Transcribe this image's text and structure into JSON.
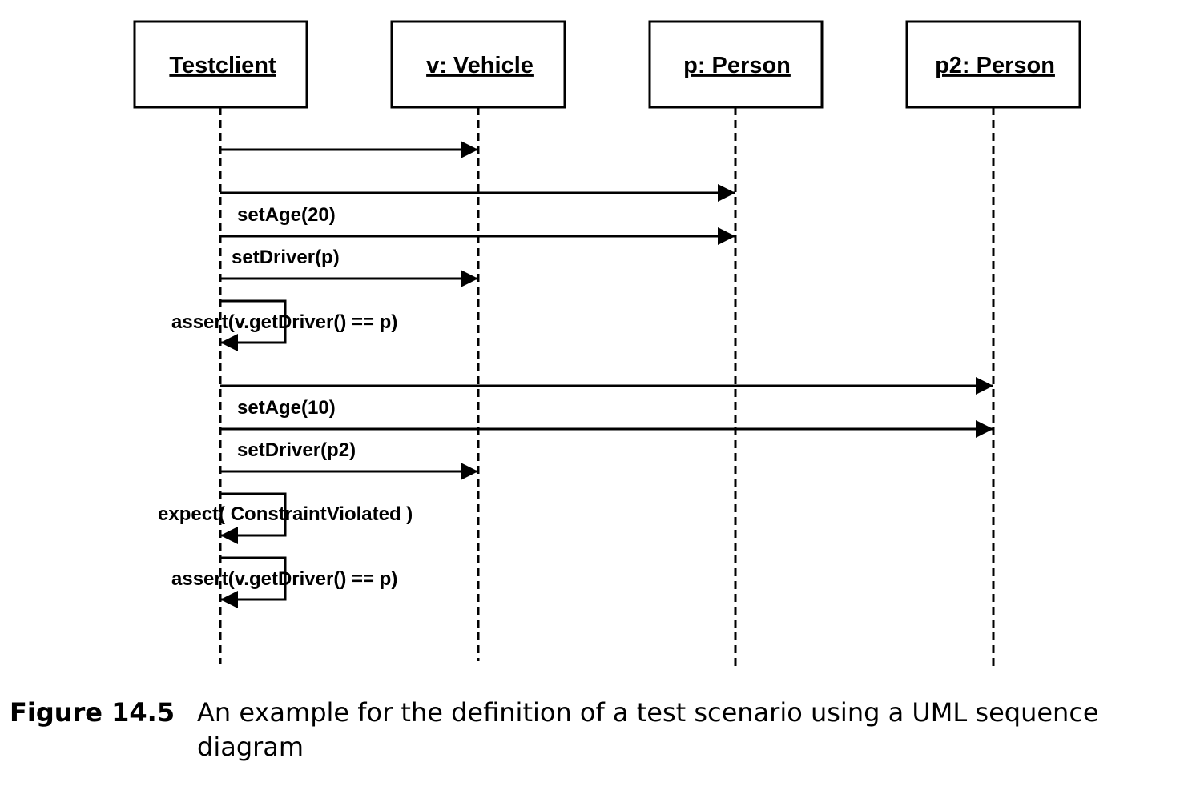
{
  "diagram": {
    "objects": [
      {
        "id": "testclient",
        "label": "Testclient"
      },
      {
        "id": "vehicle",
        "label": "v: Vehicle"
      },
      {
        "id": "person",
        "label": "p: Person"
      },
      {
        "id": "person2",
        "label": "p2: Person"
      }
    ],
    "messages": [
      {
        "from": "testclient",
        "to": "vehicle",
        "label": ""
      },
      {
        "from": "testclient",
        "to": "person",
        "label": ""
      },
      {
        "from": "testclient",
        "to": "person",
        "label": "setAge(20)"
      },
      {
        "from": "testclient",
        "to": "vehicle",
        "label": "setDriver(p)"
      },
      {
        "from": "testclient",
        "to": "testclient",
        "label": "assert(v.getDriver() == p)"
      },
      {
        "from": "testclient",
        "to": "person2",
        "label": ""
      },
      {
        "from": "testclient",
        "to": "person2",
        "label": "setAge(10)"
      },
      {
        "from": "testclient",
        "to": "vehicle",
        "label": "setDriver(p2)"
      },
      {
        "from": "testclient",
        "to": "testclient",
        "label": "expect( ConstraintViolated )"
      },
      {
        "from": "testclient",
        "to": "testclient",
        "label": "assert(v.getDriver() == p)"
      }
    ]
  },
  "caption": {
    "number": "Figure 14.5",
    "text": "An example for the definition of a test scenario using a UML sequence diagram"
  }
}
